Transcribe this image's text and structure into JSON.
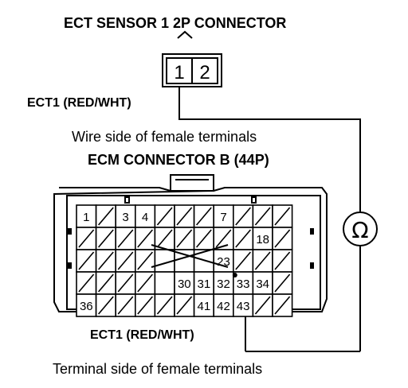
{
  "sensor_connector": {
    "title": "ECT SENSOR 1 2P CONNECTOR",
    "pins": [
      "1",
      "2"
    ],
    "wire_label": "ECT1 (RED/WHT)"
  },
  "ecm_connector": {
    "view_top": "Wire side of female terminals",
    "title": "ECM CONNECTOR B (44P)",
    "wire_label": "ECT1 (RED/WHT)",
    "view_bottom": "Terminal side of female terminals",
    "rows": [
      [
        "1",
        "",
        "3",
        "4",
        "",
        "",
        "",
        "7",
        "",
        "",
        ""
      ],
      [
        "",
        "",
        "",
        "",
        "",
        "",
        "",
        "",
        "",
        "18",
        ""
      ],
      [
        "",
        "",
        "",
        "",
        "",
        "",
        "",
        "23",
        "",
        "",
        ""
      ],
      [
        "",
        "",
        "",
        "",
        "",
        "30",
        "31",
        "32",
        "33",
        "34",
        ""
      ],
      [
        "36",
        "",
        "",
        "",
        "",
        "",
        "41",
        "42",
        "43",
        "",
        ""
      ]
    ]
  },
  "meter": {
    "symbol": "Ω"
  }
}
